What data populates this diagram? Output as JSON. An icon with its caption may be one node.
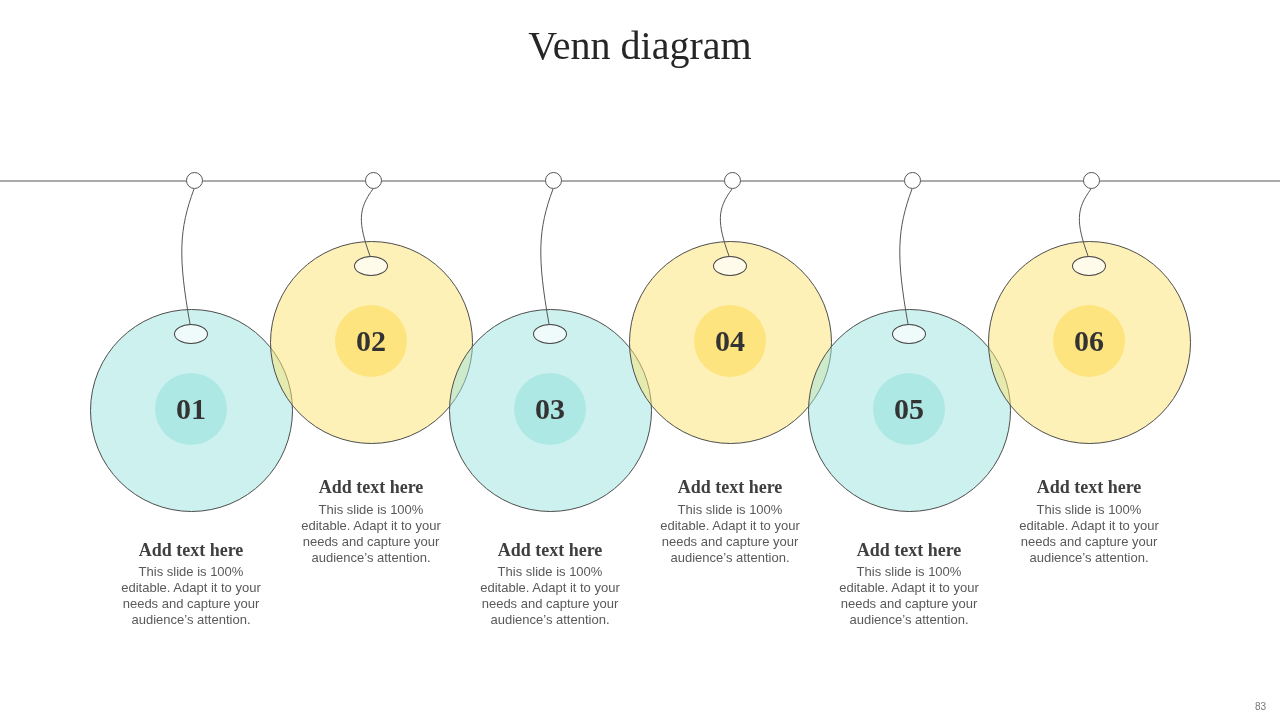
{
  "diagram": {
    "title": "Venn diagram",
    "nodes": [
      {
        "text": [],
        "shape": "circle"
      },
      {
        "text": [],
        "shape": "circle",
        "beside": [
          "Add text here",
          "This slide is 100% editable. Adapt it to your needs and capture your audience’s attention."
        ]
      },
      {
        "text": [],
        "shape": "ellipse",
        "in": 1
      },
      {
        "text": [
          "01"
        ],
        "in": 1
      },
      {
        "text": [],
        "shape": "circle"
      },
      {
        "text": [],
        "shape": "circle",
        "beside": [
          "Add text here",
          "This slide is 100% editable. Adapt it to your needs and capture your audience’s attention."
        ]
      },
      {
        "text": [],
        "shape": "ellipse",
        "in": 5
      },
      {
        "text": [
          "02"
        ],
        "in": 5
      },
      {
        "text": [],
        "shape": "circle"
      },
      {
        "text": [],
        "shape": "circle",
        "beside": [
          "Add text here",
          "This slide is 100% editable. Adapt it to your needs and capture your audience’s attention."
        ]
      },
      {
        "text": [],
        "shape": "ellipse",
        "in": 9
      },
      {
        "text": [
          "03"
        ],
        "in": 9
      },
      {
        "text": [],
        "shape": "circle"
      },
      {
        "text": [],
        "shape": "circle",
        "beside": [
          "Add text here",
          "This slide is 100% editable. Adapt it to your needs and capture your audience’s attention."
        ]
      },
      {
        "text": [],
        "shape": "ellipse",
        "in": 13
      },
      {
        "text": [
          "04"
        ],
        "in": 13
      },
      {
        "text": [],
        "shape": "circle"
      },
      {
        "text": [],
        "shape": "circle",
        "beside": [
          "Add text here",
          "This slide is 100% editable. Adapt it to your needs and capture your audience’s attention."
        ]
      },
      {
        "text": [],
        "shape": "ellipse",
        "in": 17
      },
      {
        "text": [
          "05"
        ],
        "in": 17
      },
      {
        "text": [],
        "shape": "circle"
      },
      {
        "text": [],
        "shape": "circle",
        "beside": [
          "Add text here",
          "This slide is 100% editable. Adapt it to your needs and capture your audience’s attention."
        ]
      },
      {
        "text": [],
        "shape": "ellipse",
        "in": 21
      },
      {
        "text": [
          "06"
        ],
        "in": 21
      }
    ],
    "edges": [
      {
        "from": 0,
        "to": 2,
        "arrow": "none"
      },
      {
        "from": 4,
        "to": 6,
        "arrow": "none"
      },
      {
        "from": 8,
        "to": 10,
        "arrow": "none"
      },
      {
        "from": 12,
        "to": 14,
        "arrow": "none"
      },
      {
        "from": 16,
        "to": 18,
        "arrow": "none"
      },
      {
        "from": 20,
        "to": 22,
        "arrow": "none"
      }
    ],
    "labels": [
      "83"
    ]
  }
}
